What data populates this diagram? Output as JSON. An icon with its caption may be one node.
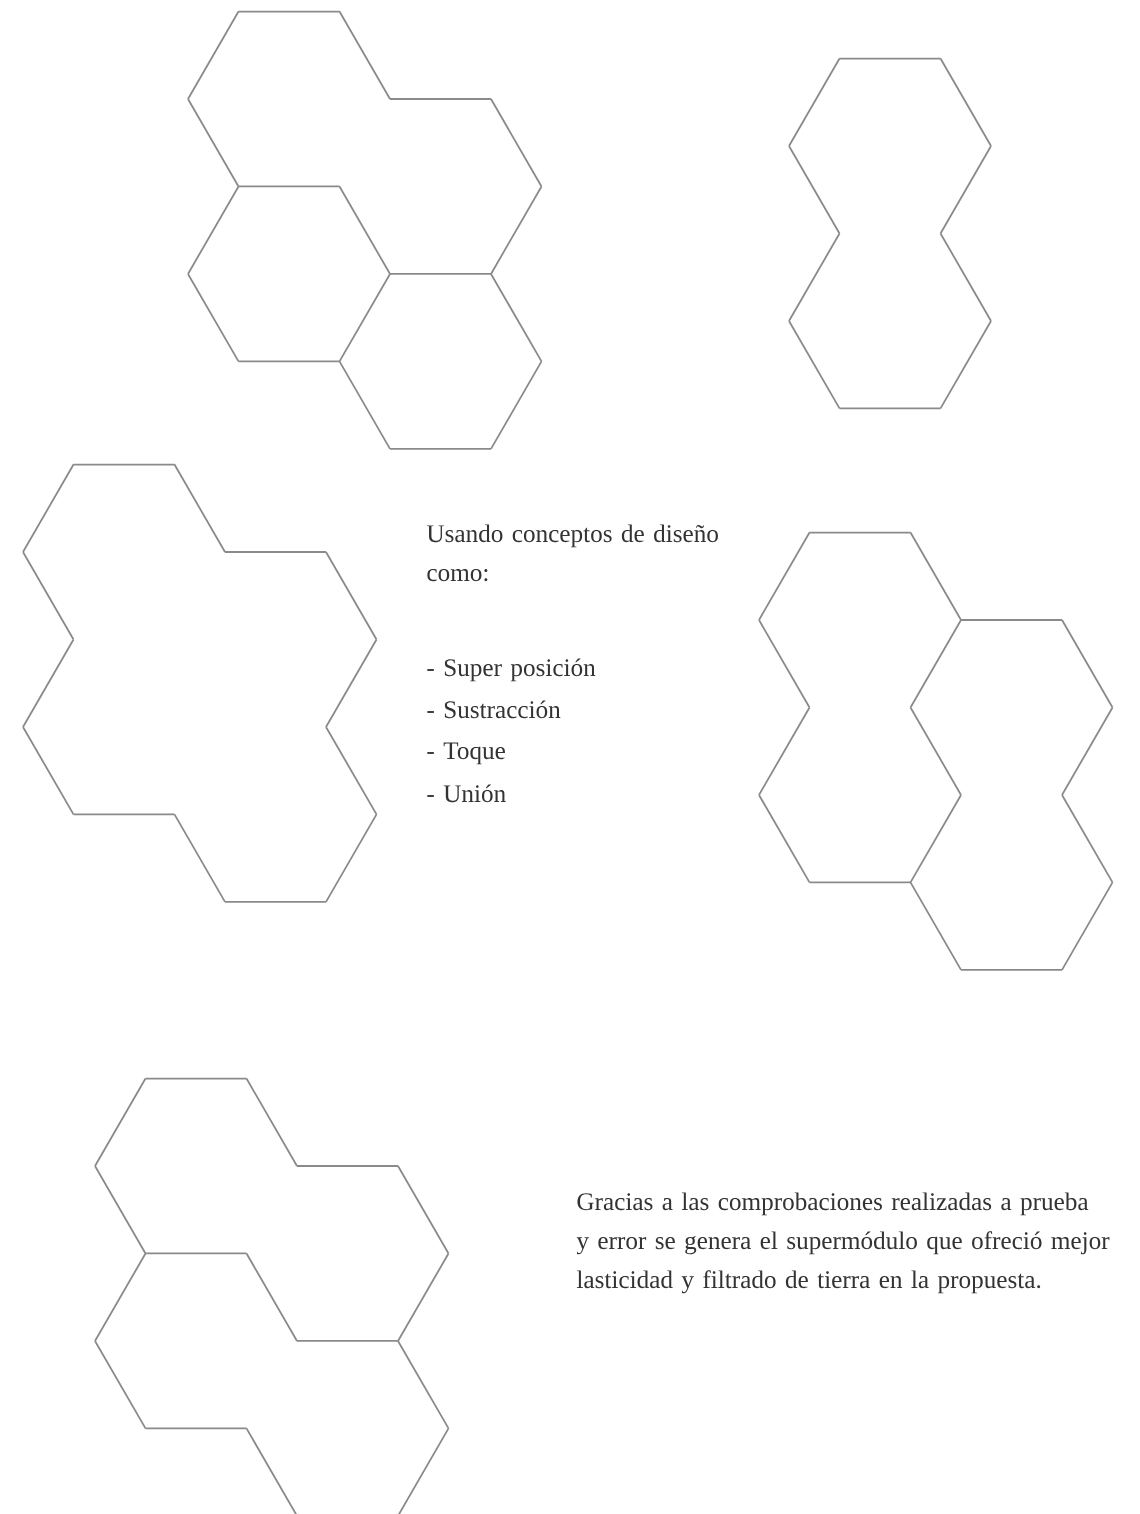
{
  "diagram": {
    "labels": [
      "Usando conceptos de diseño como:",
      "- Super posición",
      "- Sustracción",
      "- Toque",
      "- Unión",
      "Gracias a las comprobaciones realizadas a prueba y error se genera el supermódulo que ofreció mejor lasticidad y filtrado de tierra en la propuesta."
    ]
  }
}
